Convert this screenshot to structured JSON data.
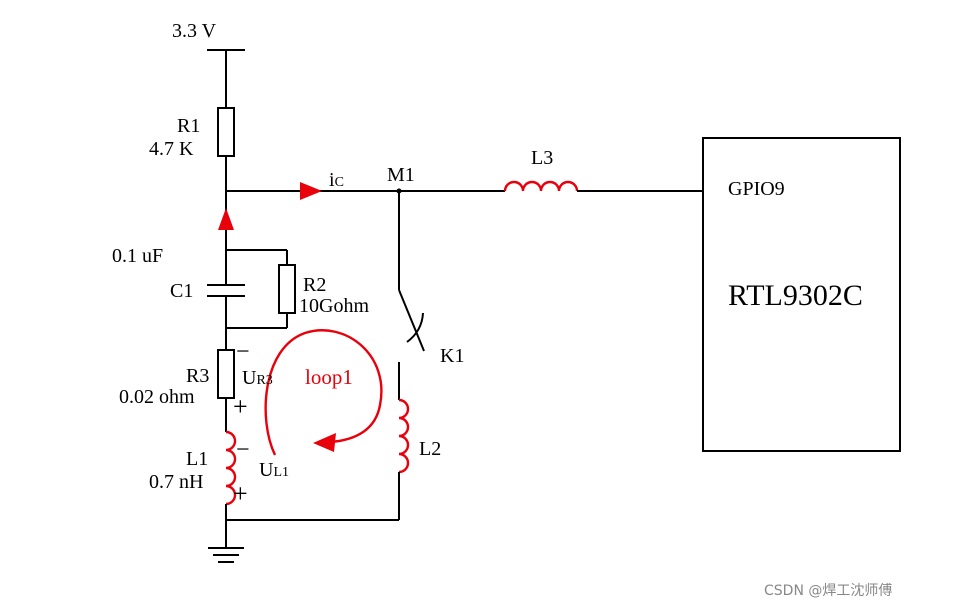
{
  "labels": {
    "supply": "3.3 V",
    "r1_name": "R1",
    "r1_value": "4.7 K",
    "ic_main": "i",
    "ic_sub": "C",
    "m1": "M1",
    "l3": "L3",
    "gpio": "GPIO9",
    "chip": "RTL9302C",
    "c1_value": "0.1 uF",
    "c1_name": "C1",
    "r2_name": "R2",
    "r2_value": "10Gohm",
    "r3_name": "R3",
    "r3_value": "0.02 ohm",
    "ur3_main": "U",
    "ur3_sub": "R3",
    "loop": "loop1",
    "k1": "K1",
    "l2": "L2",
    "l1_name": "L1",
    "l1_value": "0.7 nH",
    "ul1_main": "U",
    "ul1_sub": "L1",
    "minus": "−",
    "plus": "+"
  },
  "colors": {
    "wire": "#000000",
    "accent": "#e8000b",
    "watermark": "#888888"
  },
  "watermark": "CSDN @焊工沈师傅"
}
